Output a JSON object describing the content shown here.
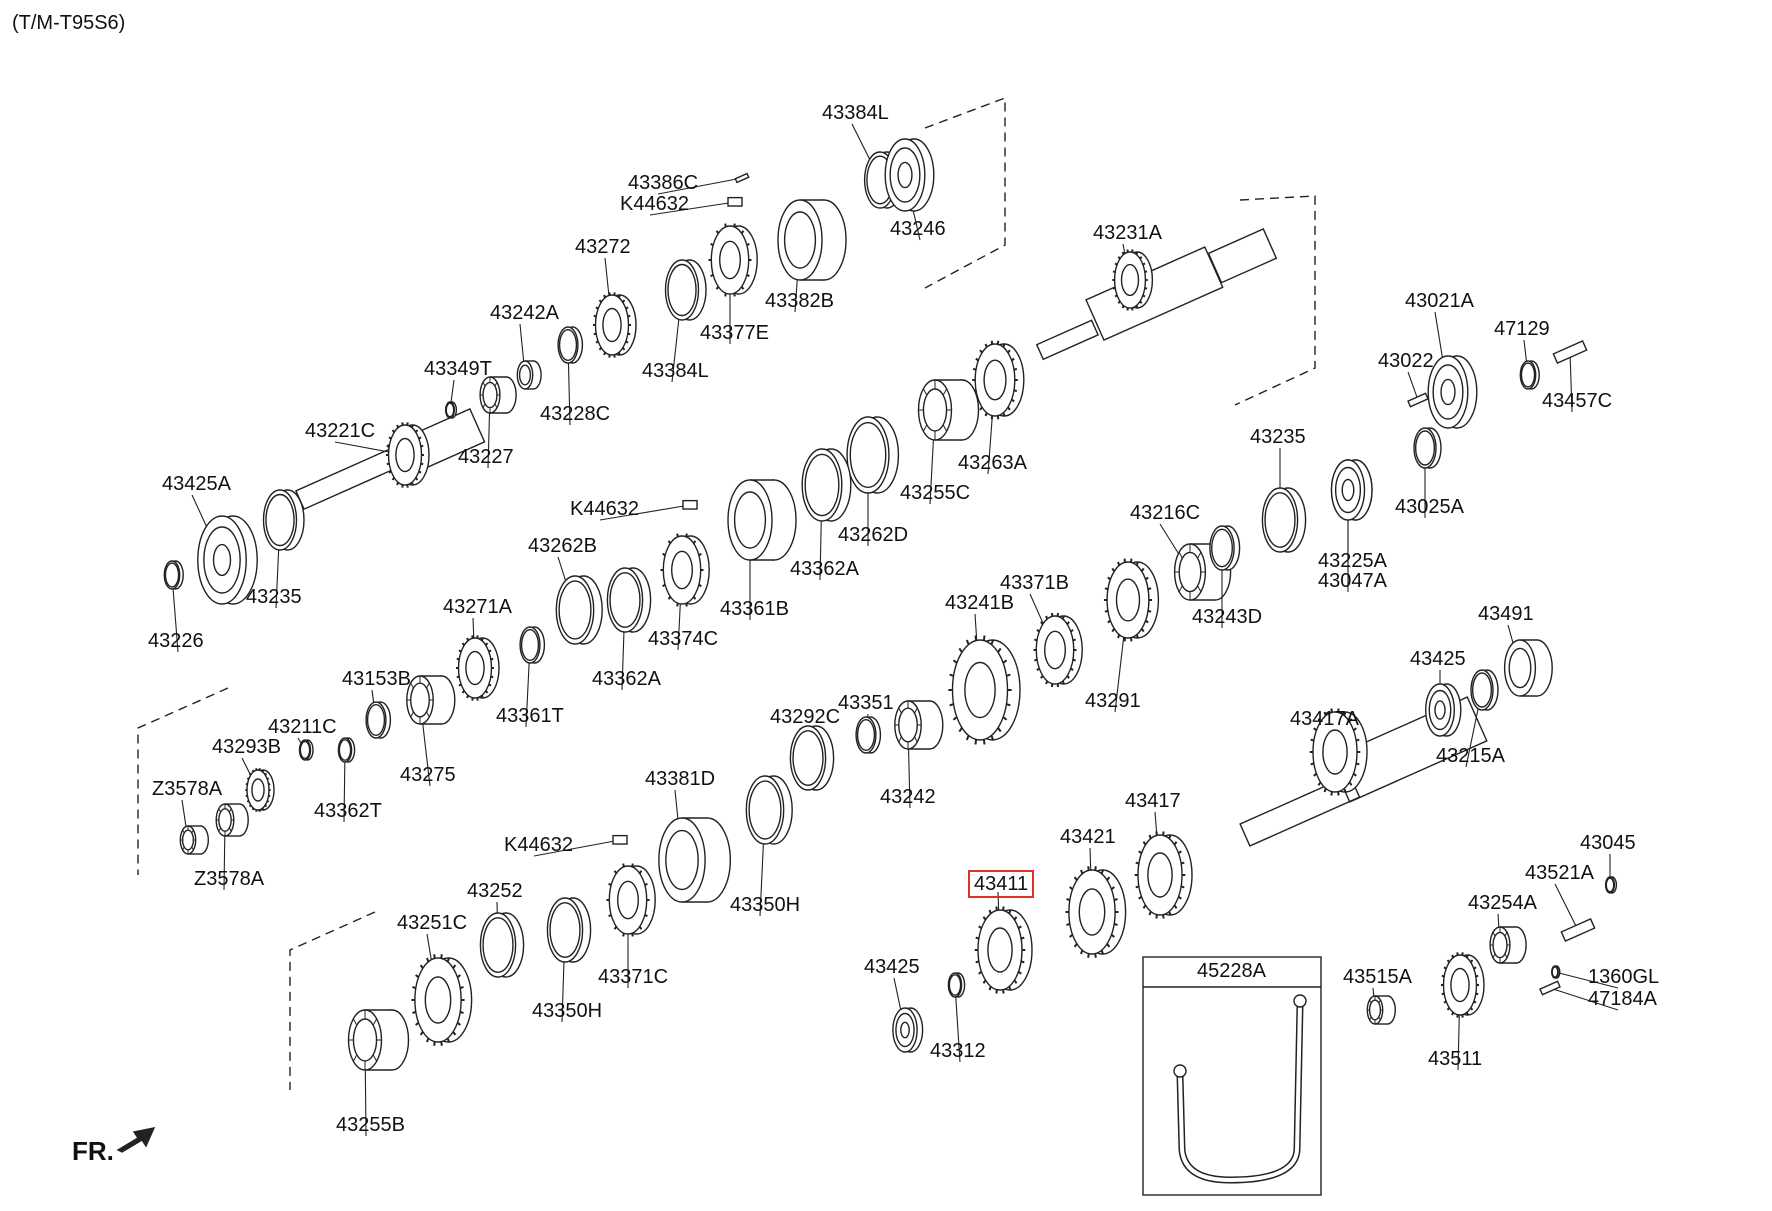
{
  "title": "(T/M-T95S6)",
  "front_label": "FR.",
  "highlight_code": "43411",
  "inset_box": {
    "title": "45228A"
  },
  "colors": {
    "line": "#222222",
    "highlight": "#e0302a"
  },
  "parts": [
    {
      "code": "43384L"
    },
    {
      "code": "43386C"
    },
    {
      "code": "K44632"
    },
    {
      "code": "43246"
    },
    {
      "code": "43272"
    },
    {
      "code": "43382B"
    },
    {
      "code": "43377E"
    },
    {
      "code": "43384L"
    },
    {
      "code": "43242A"
    },
    {
      "code": "43228C"
    },
    {
      "code": "43349T"
    },
    {
      "code": "43227"
    },
    {
      "code": "43221C"
    },
    {
      "code": "43425A"
    },
    {
      "code": "43235"
    },
    {
      "code": "43226"
    },
    {
      "code": "43231A"
    },
    {
      "code": "43021A"
    },
    {
      "code": "47129"
    },
    {
      "code": "43022"
    },
    {
      "code": "43457C"
    },
    {
      "code": "43263A"
    },
    {
      "code": "43255C"
    },
    {
      "code": "43235"
    },
    {
      "code": "43025A"
    },
    {
      "code": "K44632"
    },
    {
      "code": "43262D"
    },
    {
      "code": "43362A"
    },
    {
      "code": "43262B"
    },
    {
      "code": "43361B"
    },
    {
      "code": "43374C"
    },
    {
      "code": "43216C"
    },
    {
      "code": "43225A"
    },
    {
      "code": "43047A"
    },
    {
      "code": "43243D"
    },
    {
      "code": "43271A"
    },
    {
      "code": "43362A"
    },
    {
      "code": "43361T"
    },
    {
      "code": "43241B"
    },
    {
      "code": "43371B"
    },
    {
      "code": "43291"
    },
    {
      "code": "43153B"
    },
    {
      "code": "43211C"
    },
    {
      "code": "43293B"
    },
    {
      "code": "43275"
    },
    {
      "code": "Z3578A"
    },
    {
      "code": "43362T"
    },
    {
      "code": "Z3578A"
    },
    {
      "code": "43292C"
    },
    {
      "code": "43351"
    },
    {
      "code": "43242"
    },
    {
      "code": "43381D"
    },
    {
      "code": "K44632"
    },
    {
      "code": "43350H"
    },
    {
      "code": "43491"
    },
    {
      "code": "43425"
    },
    {
      "code": "43417A"
    },
    {
      "code": "43215A"
    },
    {
      "code": "43417"
    },
    {
      "code": "43421"
    },
    {
      "code": "43411"
    },
    {
      "code": "43045"
    },
    {
      "code": "43521A"
    },
    {
      "code": "43254A"
    },
    {
      "code": "1360GL"
    },
    {
      "code": "47184A"
    },
    {
      "code": "43252"
    },
    {
      "code": "43251C"
    },
    {
      "code": "43371C"
    },
    {
      "code": "43350H"
    },
    {
      "code": "43425"
    },
    {
      "code": "43312"
    },
    {
      "code": "43515A"
    },
    {
      "code": "43511"
    },
    {
      "code": "43255B"
    }
  ]
}
